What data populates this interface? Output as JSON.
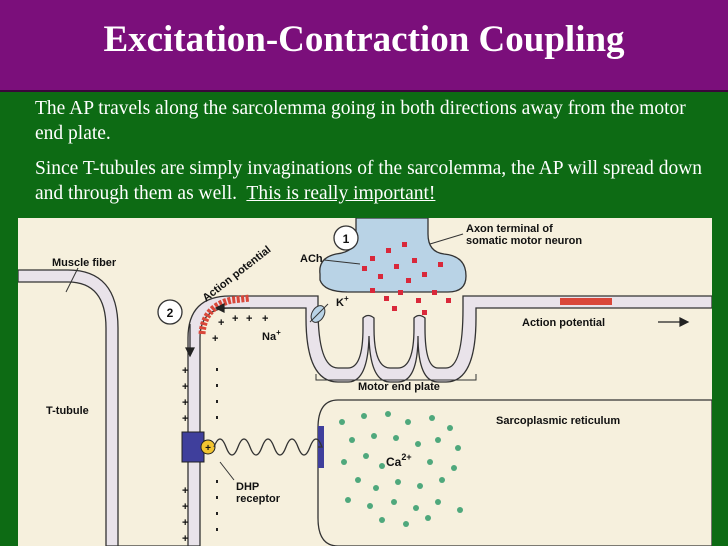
{
  "slide": {
    "title": "Excitation-Contraction Coupling",
    "paragraph1": "The AP travels along the sarcolemma going in both directions away from the motor end plate.",
    "paragraph2_text": "Since T-tubules are simply invaginations of the sarcolemma, the AP will spread down and through them as well.",
    "paragraph2_emphasis": "This is really important!"
  },
  "figure": {
    "labels": {
      "step1": "1",
      "step2": "2",
      "axon_terminal_line1": "Axon terminal of",
      "axon_terminal_line2": "somatic motor neuron",
      "ach": "ACh",
      "muscle_fiber": "Muscle fiber",
      "action_potential_curved": "Action potential",
      "k_ion": "K",
      "k_charge": "+",
      "na_ion": "Na",
      "na_charge": "+",
      "action_potential_right": "Action potential",
      "motor_end_plate": "Motor end plate",
      "t_tubule": "T-tubule",
      "sarcoplasmic_reticulum": "Sarcoplasmic reticulum",
      "ca_ion": "Ca",
      "ca_charge": "2+",
      "dhp_line1": "DHP",
      "dhp_line2": "receptor",
      "plus_sign": "+"
    },
    "colors": {
      "background": "#f6f0dd",
      "membrane_fill": "#e9e3ea",
      "action_potential_red": "#d9473a",
      "ach_red": "#d9283a",
      "neuron_fill": "#b9d3e6",
      "calcium_green": "#4fa87c",
      "dhp_blue": "#3f3f9c",
      "dhp_yellow": "#f2c430"
    }
  }
}
